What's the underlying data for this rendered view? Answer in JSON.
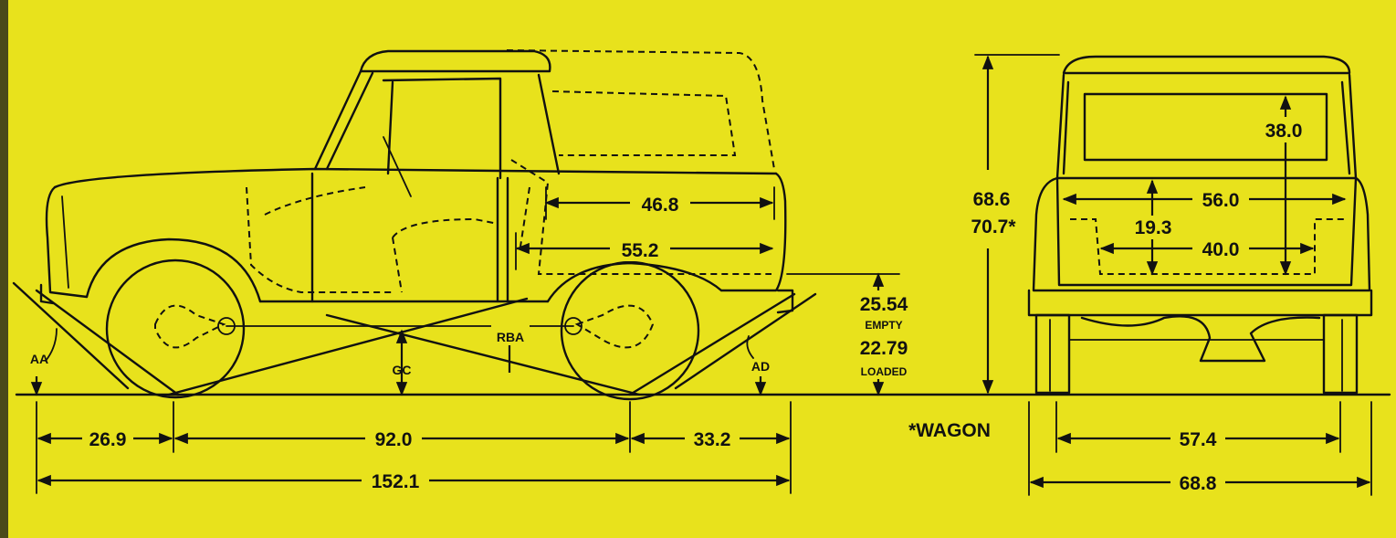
{
  "colors": {
    "background": "#e8e21c",
    "ink": "#111111"
  },
  "side_view": {
    "interior_length_upper": "46.8",
    "interior_length_lower": "55.2",
    "front_overhang": "26.9",
    "wheelbase": "92.0",
    "rear_overhang": "33.2",
    "overall_length": "152.1",
    "ground_clearance_label": "GC",
    "approach_angle_label": "AA",
    "departure_angle_label": "AD",
    "ramp_breakover_label": "RBA",
    "height_empty": "25.54",
    "empty_label": "EMPTY",
    "height_loaded": "22.79",
    "loaded_label": "LOADED"
  },
  "overall_height": {
    "value": "68.6",
    "wagon_value": "70.7*"
  },
  "wagon_note": "*WAGON",
  "rear_view": {
    "window_height": "38.0",
    "width_upper": "56.0",
    "inner_height": "19.3",
    "width_lower": "40.0",
    "track_width": "57.4",
    "overall_width": "68.8"
  }
}
